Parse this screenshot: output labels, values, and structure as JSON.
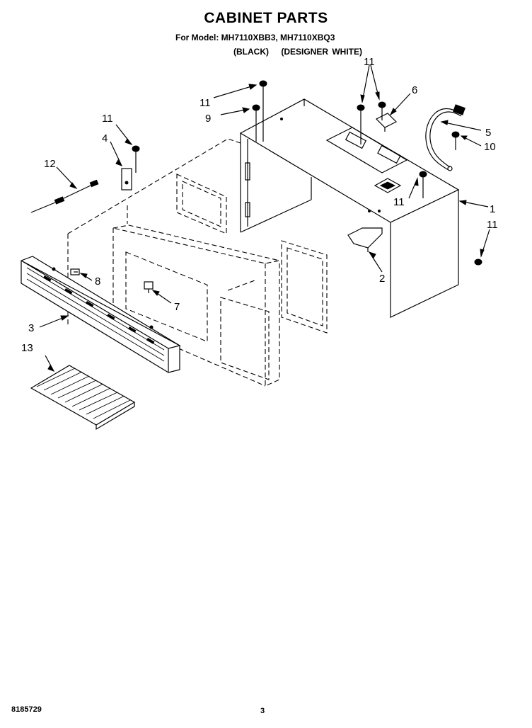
{
  "header": {
    "title": "CABINET PARTS",
    "models": "For Model: MH7110XBB3, MH7110XBQ3",
    "variant_black": "(BLACK)",
    "variant_white": "(DESIGNER WHITE)"
  },
  "callouts": {
    "c1": "1",
    "c2": "2",
    "c3": "3",
    "c4": "4",
    "c5": "5",
    "c6": "6",
    "c7": "7",
    "c8": "8",
    "c9": "9",
    "c10": "10",
    "c12": "12",
    "c13": "13",
    "c11a": "11",
    "c11b": "11",
    "c11c": "11",
    "c11d": "11",
    "c11e": "11"
  },
  "footer": {
    "doc_number": "8185729",
    "page": "3"
  }
}
